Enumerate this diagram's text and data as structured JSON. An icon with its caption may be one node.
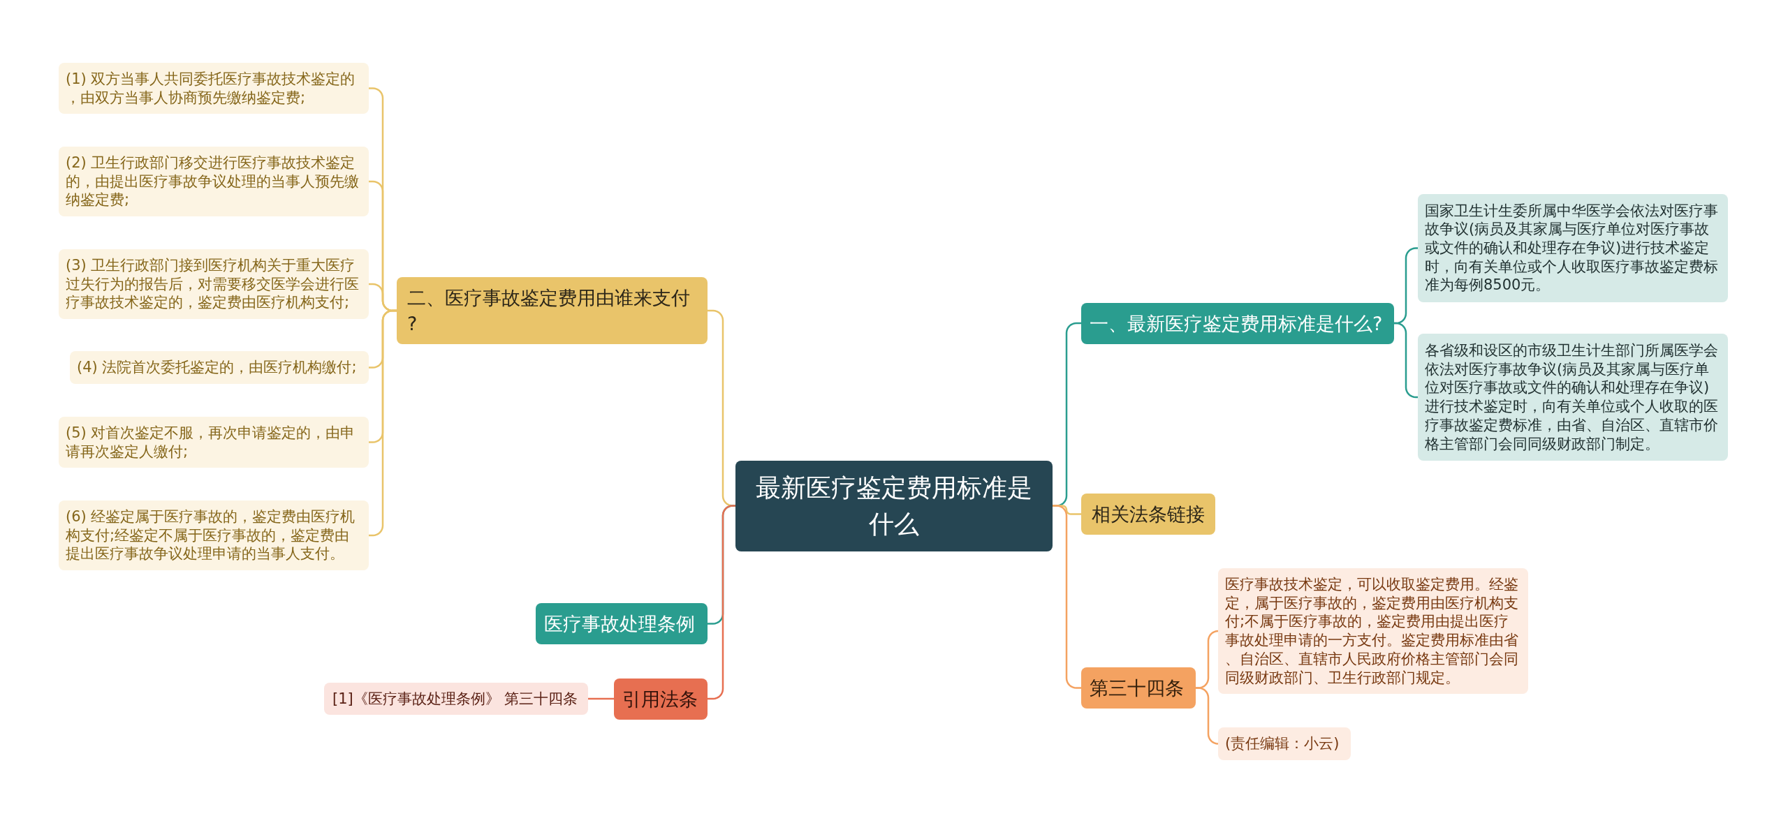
{
  "diagram": {
    "nodes": [
      {
        "text": [
          "最新医疗鉴定费用标准是什么"
        ]
      },
      {
        "text": [
          "二、医疗事故鉴定费用由谁来支付?"
        ]
      },
      {
        "text": [
          "(1) 双方当事人共同委托医疗事故技术鉴定的，由双方当事人协商预先缴纳鉴定费;"
        ]
      },
      {
        "text": [
          "(2) 卫生行政部门移交进行医疗事故技术鉴定的，由提出医疗事故争议处理的当事人预先缴纳鉴定费;"
        ]
      },
      {
        "text": [
          "(3) 卫生行政部门接到医疗机构关于重大医疗过失行为的报告后，对需要移交医学会进行医疗事故技术鉴定的，鉴定费由医疗机构支付;"
        ]
      },
      {
        "text": [
          "(4) 法院首次委托鉴定的，由医疗机构缴付;"
        ]
      },
      {
        "text": [
          "(5) 对首次鉴定不服，再次申请鉴定的，由申请再次鉴定人缴付;"
        ]
      },
      {
        "text": [
          "(6) 经鉴定属于医疗事故的，鉴定费由医疗机构支付;经鉴定不属于医疗事故的，鉴定费由提出医疗事故争议处理申请的当事人支付。"
        ]
      },
      {
        "text": [
          "医疗事故处理条例"
        ]
      },
      {
        "text": [
          "引用法条"
        ]
      },
      {
        "text": [
          "[1]《医疗事故处理条例》 第三十四条"
        ]
      },
      {
        "text": [
          "一、最新医疗鉴定费用标准是什么?"
        ]
      },
      {
        "text": [
          "国家卫生计生委所属中华医学会依法对医疗事故争议(病员及其家属与医疗单位对医疗事故或文件的确认和处理存在争议)进行技术鉴定时，向有关单位或个人收取医疗事故鉴定费标准为每例8500元。"
        ]
      },
      {
        "text": [
          "各省级和设区的市级卫生计生部门所属医学会依法对医疗事故争议(病员及其家属与医疗单位对医疗事故或文件的确认和处理存在争议)进行技术鉴定时，向有关单位或个人收取的医疗事故鉴定费标准，由省、自治区、直辖市价格主管部门会同同级财政部门制定。"
        ]
      },
      {
        "text": [
          "相关法条链接"
        ]
      },
      {
        "text": [
          "第三十四条"
        ]
      },
      {
        "text": [
          "医疗事故技术鉴定，可以收取鉴定费用。经鉴定，属于医疗事故的，鉴定费用由医疗机构支付;不属于医疗事故的，鉴定费用由提出医疗事故处理申请的一方支付。鉴定费用标准由省、自治区、直辖市人民政府价格主管部门会同同级财政部门、卫生行政部门规定。"
        ]
      },
      {
        "text": [
          "(责任编辑：小云)"
        ]
      }
    ],
    "edges": [
      {
        "from": 0,
        "to": 1,
        "arrow": "none"
      },
      {
        "from": 1,
        "to": 2,
        "arrow": "none"
      },
      {
        "from": 1,
        "to": 3,
        "arrow": "none"
      },
      {
        "from": 1,
        "to": 4,
        "arrow": "none"
      },
      {
        "from": 1,
        "to": 5,
        "arrow": "none"
      },
      {
        "from": 1,
        "to": 6,
        "arrow": "none"
      },
      {
        "from": 1,
        "to": 7,
        "arrow": "none"
      },
      {
        "from": 0,
        "to": 8,
        "arrow": "none",
        "color": "#2a9d8f"
      },
      {
        "from": 0,
        "to": 9,
        "arrow": "none",
        "color": "#e76f51"
      },
      {
        "from": 9,
        "to": 10,
        "arrow": "none",
        "color": "#e76f51"
      },
      {
        "from": 0,
        "to": 11,
        "arrow": "none",
        "color": "#2a9d8f"
      },
      {
        "from": 11,
        "to": 12,
        "arrow": "none",
        "color": "#2a9d8f"
      },
      {
        "from": 11,
        "to": 13,
        "arrow": "none",
        "color": "#2a9d8f"
      },
      {
        "from": 0,
        "to": 14,
        "arrow": "none"
      },
      {
        "from": 0,
        "to": 15,
        "arrow": "none",
        "color": "#f4a261"
      },
      {
        "from": 15,
        "to": 16,
        "arrow": "none",
        "color": "#f4a261"
      },
      {
        "from": 15,
        "to": 17,
        "arrow": "none",
        "color": "#f4a261"
      }
    ]
  }
}
